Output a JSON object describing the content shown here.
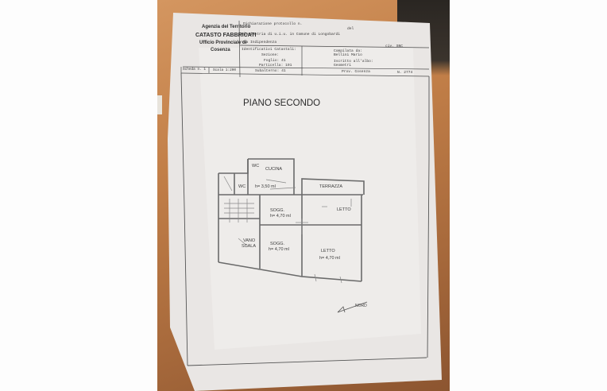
{
  "header": {
    "agency_line1": "Agenzia del Territorio",
    "agency_line2": "CATASTO FABBRICATI",
    "agency_line3": "Ufficio Provinciale di",
    "agency_line4": "Cosenza",
    "protocol_label": "Dichiarazione protocollo n.",
    "protocol_suffix": "del",
    "plan_line": "Planimetria di u.i.u. in Comune di Longobardi",
    "address_line": "Via Indipendenza",
    "civ_label": "civ. SNC",
    "catasto_label": "Identificativi Catastali:",
    "sezione_label": "Sezione:",
    "foglio_label": "Foglio: 41",
    "particella_label": "Particella: 191",
    "subalterno_label": "Subalterno: 41",
    "compilata_label": "Compilata da:",
    "compilata_name": "Bellini Mario",
    "iscritto_label": "Iscritto all'albo:",
    "iscritto_value": "Geometri",
    "prov_label": "Prov. Cosenza",
    "num_label": "N. 2774",
    "scheda_label": "Scheda n. 1",
    "scala_label": "Scala 1:200"
  },
  "plan": {
    "title": "PIANO SECONDO",
    "rooms": {
      "wc_top": "WC",
      "cucina": "CUCINA",
      "wc_left": "WC",
      "h_350": "h= 3,50 ml",
      "terrazza": "TERRAZZA",
      "sogg1_name": "SOGG.",
      "sogg1_h": "h= 4,70 ml",
      "letto1": "LETTO",
      "vano_scala_1": "VANO",
      "vano_scala_2": "SCALA",
      "sogg2_name": "SOGG.",
      "sogg2_h": "h= 4,70 ml",
      "letto2_name": "LETTO",
      "letto2_h": "h= 4,70 ml"
    },
    "north_label": "NORD"
  },
  "colors": {
    "table": "#b8764a",
    "paper": "#e9e6e4",
    "ink": "#3a3a3a"
  }
}
